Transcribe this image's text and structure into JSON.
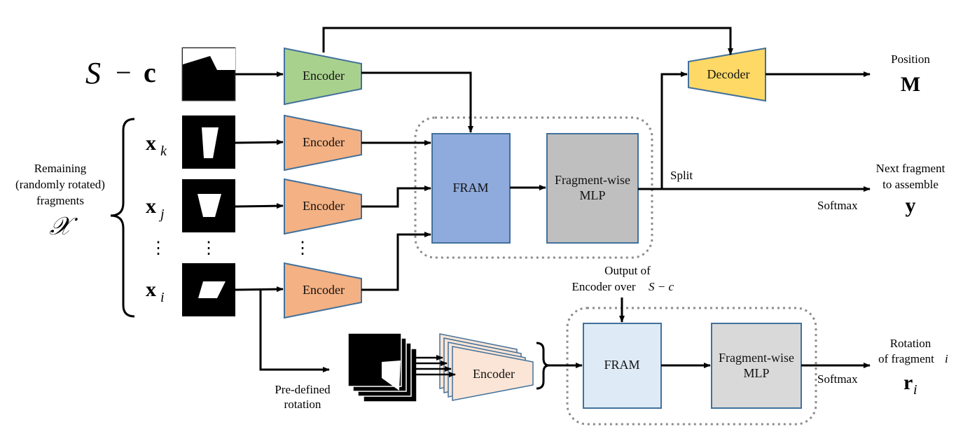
{
  "inputs": {
    "context_symbol_s": "S",
    "context_symbol_minus": "−",
    "context_symbol_c": "c",
    "fragments_caption": [
      "Remaining",
      "(randomly rotated)",
      "fragments"
    ],
    "fragments_symbol": "𝒳",
    "fragment_k": {
      "base": "x",
      "sub": "k"
    },
    "fragment_j": {
      "base": "x",
      "sub": "j"
    },
    "fragment_i": {
      "base": "x",
      "sub": "i"
    },
    "dots": "⋮"
  },
  "blocks": {
    "encoder_label": "Encoder",
    "decoder_label": "Decoder",
    "fram_label": "FRAM",
    "mlp_label": [
      "Fragment-wise",
      "MLP"
    ]
  },
  "annotations": {
    "split": "Split",
    "softmax": "Softmax",
    "pre_defined": [
      "Pre-defined",
      "rotation"
    ],
    "output_of": "Output of",
    "encoder_over": "Encoder over",
    "encoder_over_math": "S − c"
  },
  "outputs": {
    "position_label": "Position",
    "position_symbol": "M",
    "next_label": [
      "Next fragment",
      "to assemble"
    ],
    "next_symbol": "y",
    "rotation_label": [
      "Rotation",
      "of fragment"
    ],
    "rotation_label_i": "i",
    "rotation_symbol": "r",
    "rotation_sub": "i"
  },
  "colors": {
    "encoder_context": "#a9d18e",
    "encoder_fragment": "#f4b183",
    "encoder_rotation": "#fbe5d6",
    "decoder": "#ffd966",
    "fram_top": "#8faadc",
    "fram_bottom": "#deebf7",
    "mlp_top": "#bfbfbf",
    "mlp_bottom": "#d9d9d9",
    "block_border": "#41719c",
    "dotted_box": "#8c8c8c"
  }
}
